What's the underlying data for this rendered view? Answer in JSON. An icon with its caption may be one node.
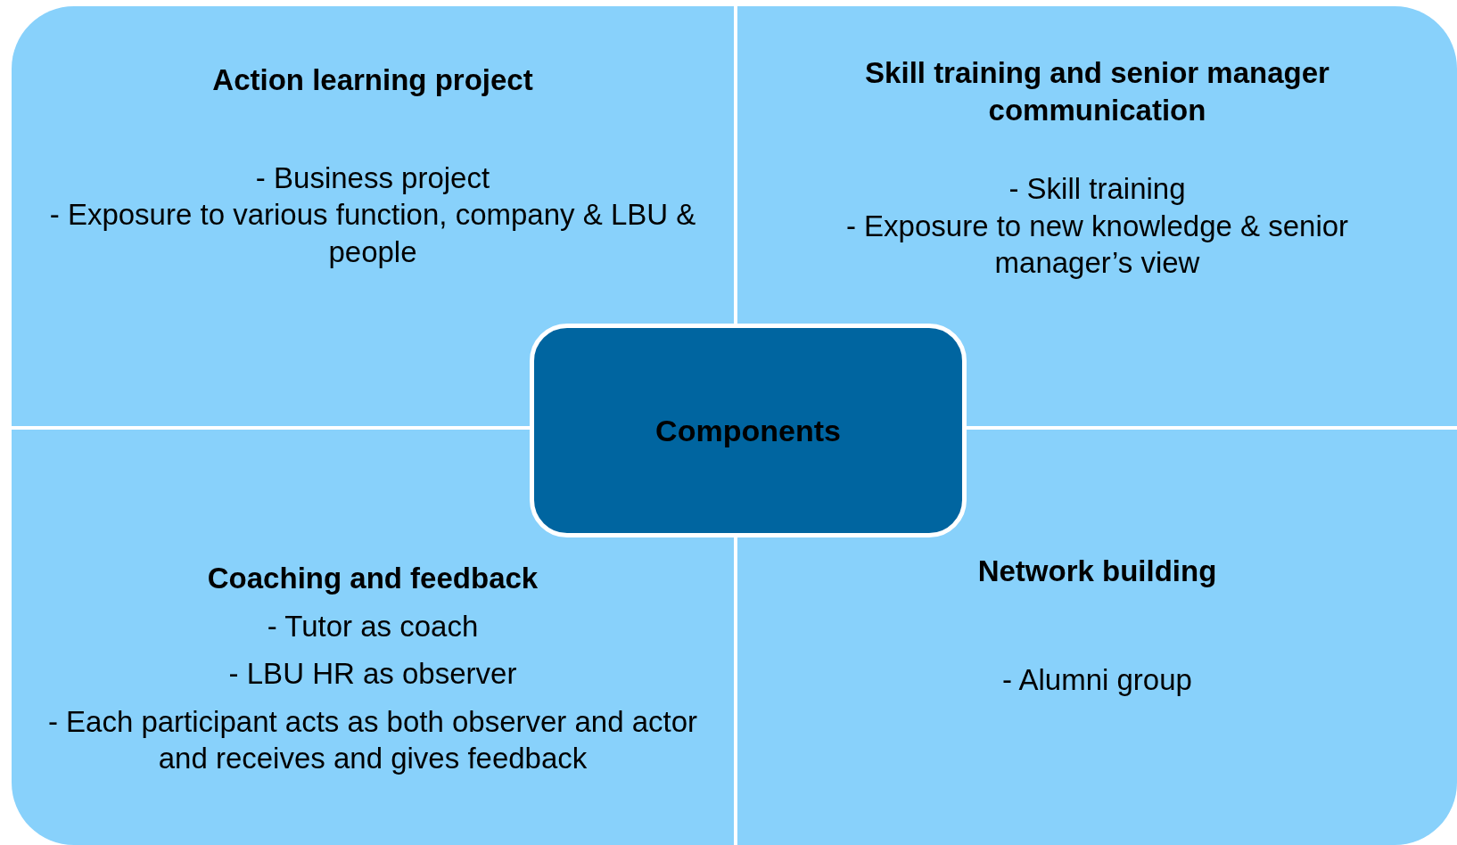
{
  "diagram": {
    "nodes": [
      {
        "text": [
          "Action learning project",
          "- Business project",
          "- Exposure to various function, company & LBU & people"
        ]
      },
      {
        "text": [
          "Skill training and senior manager communication",
          "- Skill training",
          "- Exposure to new knowledge & senior manager’s view"
        ]
      },
      {
        "text": [
          "Coaching and feedback",
          "- Tutor as coach",
          "- LBU HR as observer",
          "- Each participant acts as both observer and actor and receives and gives feedback"
        ]
      },
      {
        "text": [
          "Network building",
          "- Alumni group"
        ]
      },
      {
        "text": [
          "Components"
        ]
      }
    ]
  }
}
